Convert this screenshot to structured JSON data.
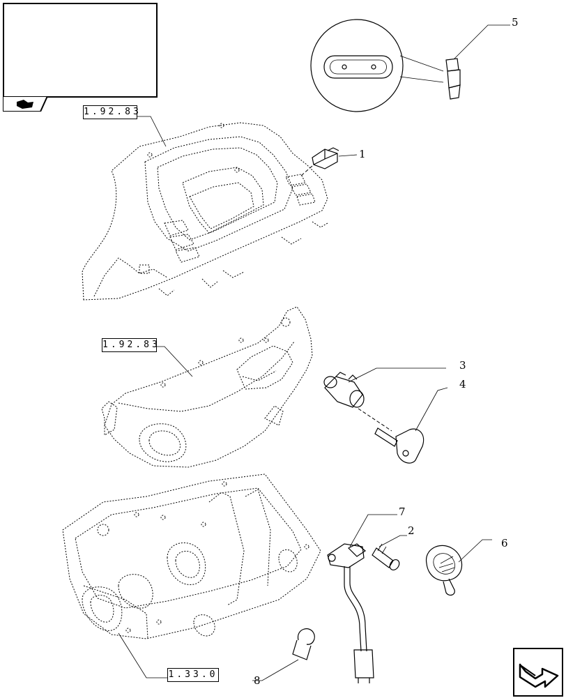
{
  "references": [
    {
      "id": "ref-top",
      "text": "1.92.83"
    },
    {
      "id": "ref-mid",
      "text": "1.92.83"
    },
    {
      "id": "ref-bottom",
      "text": "1.33.0"
    }
  ],
  "callouts": [
    {
      "id": "c1",
      "text": "1"
    },
    {
      "id": "c2",
      "text": "2"
    },
    {
      "id": "c3",
      "text": "3"
    },
    {
      "id": "c4",
      "text": "4"
    },
    {
      "id": "c5",
      "text": "5"
    },
    {
      "id": "c6",
      "text": "6"
    },
    {
      "id": "c7",
      "text": "7"
    },
    {
      "id": "c8",
      "text": "8"
    }
  ],
  "icons": {
    "thumbnail": "tractor-dashboard-thumbnail-icon",
    "tab": "parts-book-icon",
    "nav": "next-page-arrow-icon"
  },
  "colors": {
    "line": "#000000",
    "background": "#ffffff"
  }
}
